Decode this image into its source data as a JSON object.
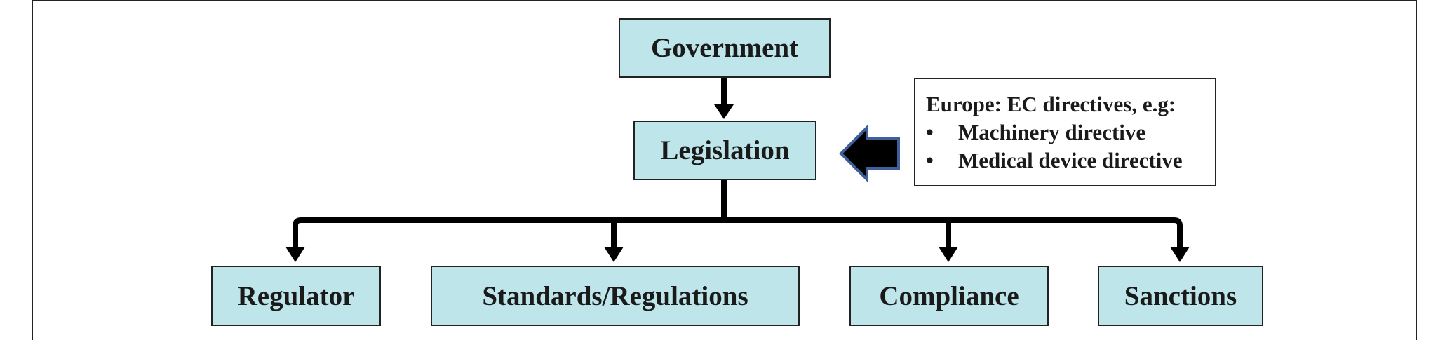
{
  "nodes": {
    "government": "Government",
    "legislation": "Legislation",
    "regulator": "Regulator",
    "standards": "Standards/Regulations",
    "compliance": "Compliance",
    "sanctions": "Sanctions"
  },
  "note": {
    "heading": "Europe: EC directives, e.g:",
    "items": [
      "Machinery directive",
      "Medical device directive"
    ],
    "bullet": "•"
  },
  "colors": {
    "box_fill": "#bde5ea",
    "arrow_fill": "#000000",
    "arrow_outline": "#3f5f9a"
  }
}
